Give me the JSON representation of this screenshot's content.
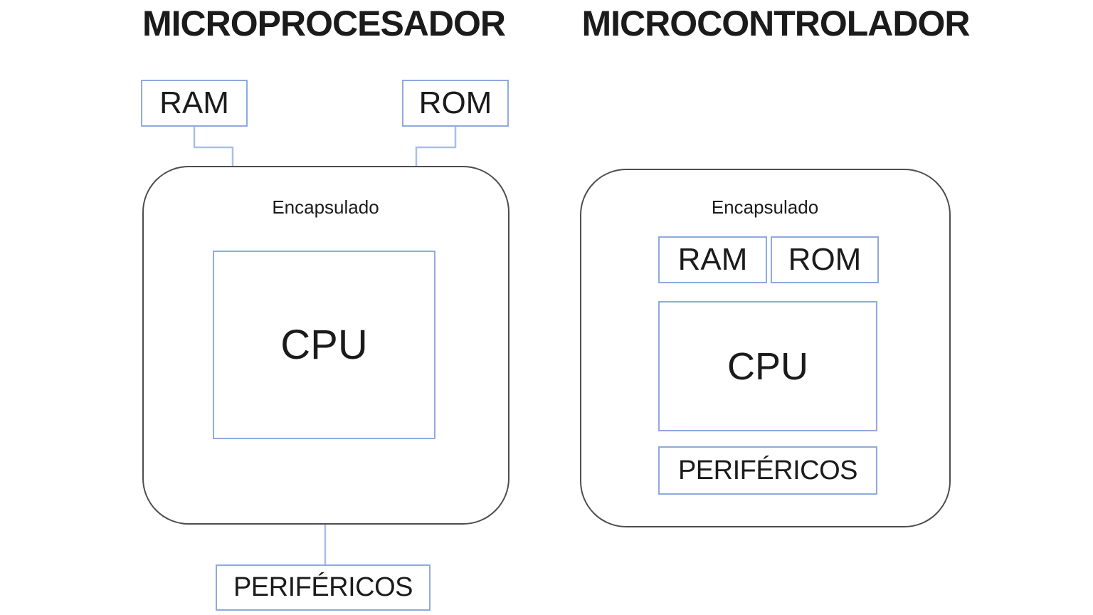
{
  "microprocessor": {
    "title": "MICROPROCESADOR",
    "package_label": "Encapsulado",
    "ram_label": "RAM",
    "rom_label": "ROM",
    "cpu_label": "CPU",
    "peripherals_label": "PERIFÉRICOS"
  },
  "microcontroller": {
    "title": "MICROCONTROLADOR",
    "package_label": "Encapsulado",
    "ram_label": "RAM",
    "rom_label": "ROM",
    "cpu_label": "CPU",
    "peripherals_label": "PERIFÉRICOS"
  },
  "colors": {
    "box_border": "#8FAADC",
    "connector_line": "#A8C0E8",
    "package_border": "#4D4D4D",
    "text": "#1B1B1B",
    "background": "#FFFFFF"
  }
}
